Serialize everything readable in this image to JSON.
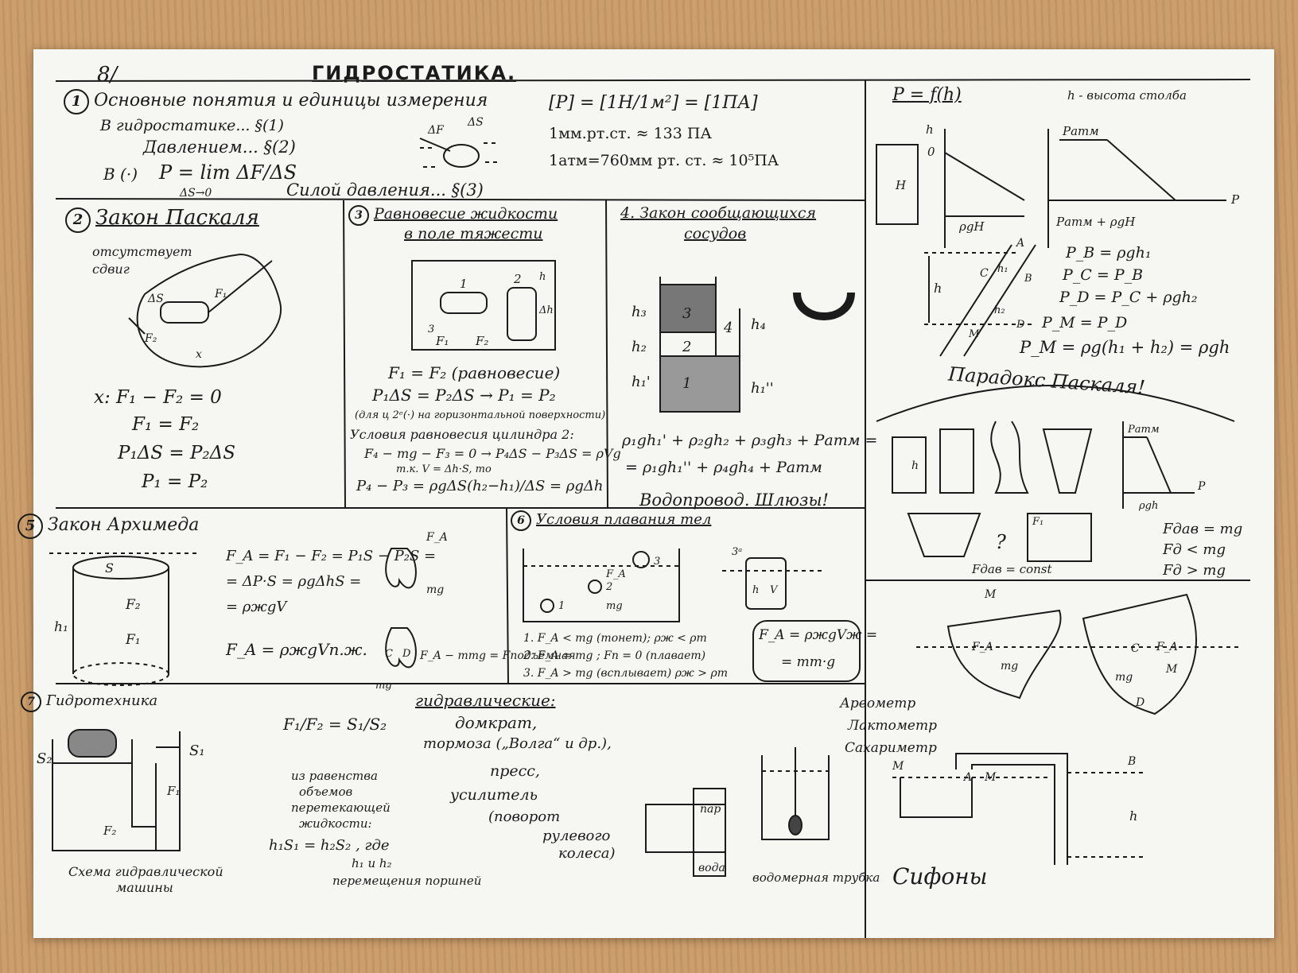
{
  "page_number": "8/",
  "title": "ГИДРОСТАТИКА.",
  "s1": {
    "num": "1",
    "heading": "Основные понятия и единицы измерения",
    "lines": [
      "В гидростатике... §(1)",
      "Давлением... §(2)"
    ],
    "point": "В (·)",
    "formula": "P = lim ΔF/ΔS",
    "limit": "ΔS→0",
    "force": "Силой давления... §(3)",
    "unit": "[P] = [1Н/1м²] = [1ПА]",
    "mmhg": "1мм.рт.ст. ≈ 133 ПА",
    "atm": "1атм=760мм рт. ст. ≈ 10⁵ПА",
    "fig_labels": [
      "ΔF",
      "ΔS"
    ]
  },
  "s2": {
    "num": "2",
    "heading": "Закон Паскаля",
    "note": [
      "отсутствует",
      "сдвиг"
    ],
    "fig_labels": [
      "ΔS",
      "F₁",
      "F₂",
      "x"
    ],
    "eqs": [
      "x: F₁ − F₂ = 0",
      "F₁ = F₂",
      "P₁ΔS = P₂ΔS",
      "P₁ = P₂"
    ]
  },
  "s3": {
    "num": "3",
    "heading": [
      "Равновесие жидкости",
      "в поле тяжести"
    ],
    "fig_labels": [
      "1",
      "2",
      "h",
      "Δh",
      "3",
      "F₁",
      "F₂"
    ],
    "eqs": [
      "F₁ = F₂  (равновесие)",
      "P₁ΔS = P₂ΔS → P₁ = P₂",
      "(для ц 2ᵉ(·) на горизонтальной поверхности)",
      "Условия равновесия цилиндра 2:",
      "F₄ − mg − F₃ = 0 → P₄ΔS − P₃ΔS = ρVg",
      "т.к. V = Δh·S, то",
      "P₄ − P₃ = ρgΔS(h₂−h₁)/ΔS = ρgΔh"
    ]
  },
  "s4": {
    "num": "4.",
    "heading": [
      "Закон сообщающихся",
      "сосудов"
    ],
    "fig_labels": [
      "h₃",
      "3",
      "h₂",
      "2",
      "h₁'",
      "1",
      "4",
      "h₄",
      "h₁''"
    ],
    "eqs": [
      "ρ₁gh₁' + ρ₂gh₂ + ρ₃gh₃ + Pатм =",
      "= ρ₁gh₁'' + ρ₄gh₄ + Pатм"
    ],
    "footer": "Водопровод. Шлюзы!"
  },
  "s5": {
    "num": "5",
    "heading": "Закон Архимеда",
    "fig_labels": [
      "S",
      "F₂",
      "F₁",
      "h₁",
      "F_A",
      "mg",
      "C",
      "D",
      "mg"
    ],
    "eqs": [
      "F_A = F₁ − F₂ = P₁S − P₂S =",
      "= ΔP·S = ρgΔhS =",
      "= ρжgV",
      "F_A = ρжgVп.ж."
    ],
    "lift": "F_A − mтg = Fподъёмная"
  },
  "s6": {
    "num": "6",
    "heading": "Условия плавания тел",
    "fig_labels": [
      "F_A",
      "3",
      "2",
      "1",
      "mg",
      "3ᵃ",
      "h",
      "V"
    ],
    "conds": [
      "1. F_A < mg (тонет); ρж < ρт",
      "2. F_A = mg ; Fп = 0 (плавает)",
      "3. F_A > mg (всплывает) ρж > ρт"
    ],
    "boxed": [
      "F_A = ρжgVж =",
      "= mт·g"
    ]
  },
  "s7": {
    "num": "7",
    "heading": "Гидротехника",
    "fig_labels": [
      "S₂",
      "S₁",
      "F₂",
      "F₁"
    ],
    "caption": [
      "Схема гидравлической",
      "машины"
    ],
    "ratio": "F₁/F₂ = S₁/S₂",
    "note": [
      "из равенства",
      "объемов",
      "перетекающей",
      "жидкости:"
    ],
    "eq": "h₁S₁ = h₂S₂ , где",
    "eq_note": [
      "h₁ и h₂",
      "перемещения поршней"
    ],
    "hydraulic": [
      "гидравлические:",
      "домкрат,",
      "тормоза („Волга“ и др.),",
      "пресс,",
      "усилитель",
      "(поворот",
      "рулевого",
      "колеса)"
    ],
    "meters": [
      "Ареометр",
      "Лактометр",
      "Сахариметр"
    ],
    "tube_labels": [
      "пар",
      "вода"
    ],
    "tube": "водомерная трубка"
  },
  "right": {
    "pfh": "P = f(h)",
    "hnote": "h - высота столба",
    "axis_labels": [
      "h",
      "0",
      "H",
      "ρgH",
      "Pатм",
      "Pатм + ρgH",
      "P"
    ],
    "incline_labels": [
      "A",
      "h₁",
      "B",
      "C",
      "h",
      "h₂",
      "M",
      "D"
    ],
    "incline_eqs": [
      "P_B = ρgh₁",
      "P_C = P_B",
      "P_D = P_C + ρgh₂",
      "P_M = P_D",
      "P_M = ρg(h₁ + h₂) = ρgh"
    ],
    "paradox": "Парадокс Паскаля!",
    "paradox_labels": [
      "h",
      "Pатм",
      "P",
      "ρgh",
      "F₁",
      "?"
    ],
    "paradox_eqs": [
      "Fдав = mg",
      "Fд < mg",
      "Fд > mg"
    ],
    "fdav": "Fдав = const",
    "boat_labels": [
      "M",
      "F_A",
      "mg",
      "C",
      "M",
      "F_A",
      "mg",
      "D"
    ],
    "siphon_labels": [
      "M",
      "A",
      "M",
      "B",
      "h"
    ],
    "siphon": "Сифоны"
  }
}
